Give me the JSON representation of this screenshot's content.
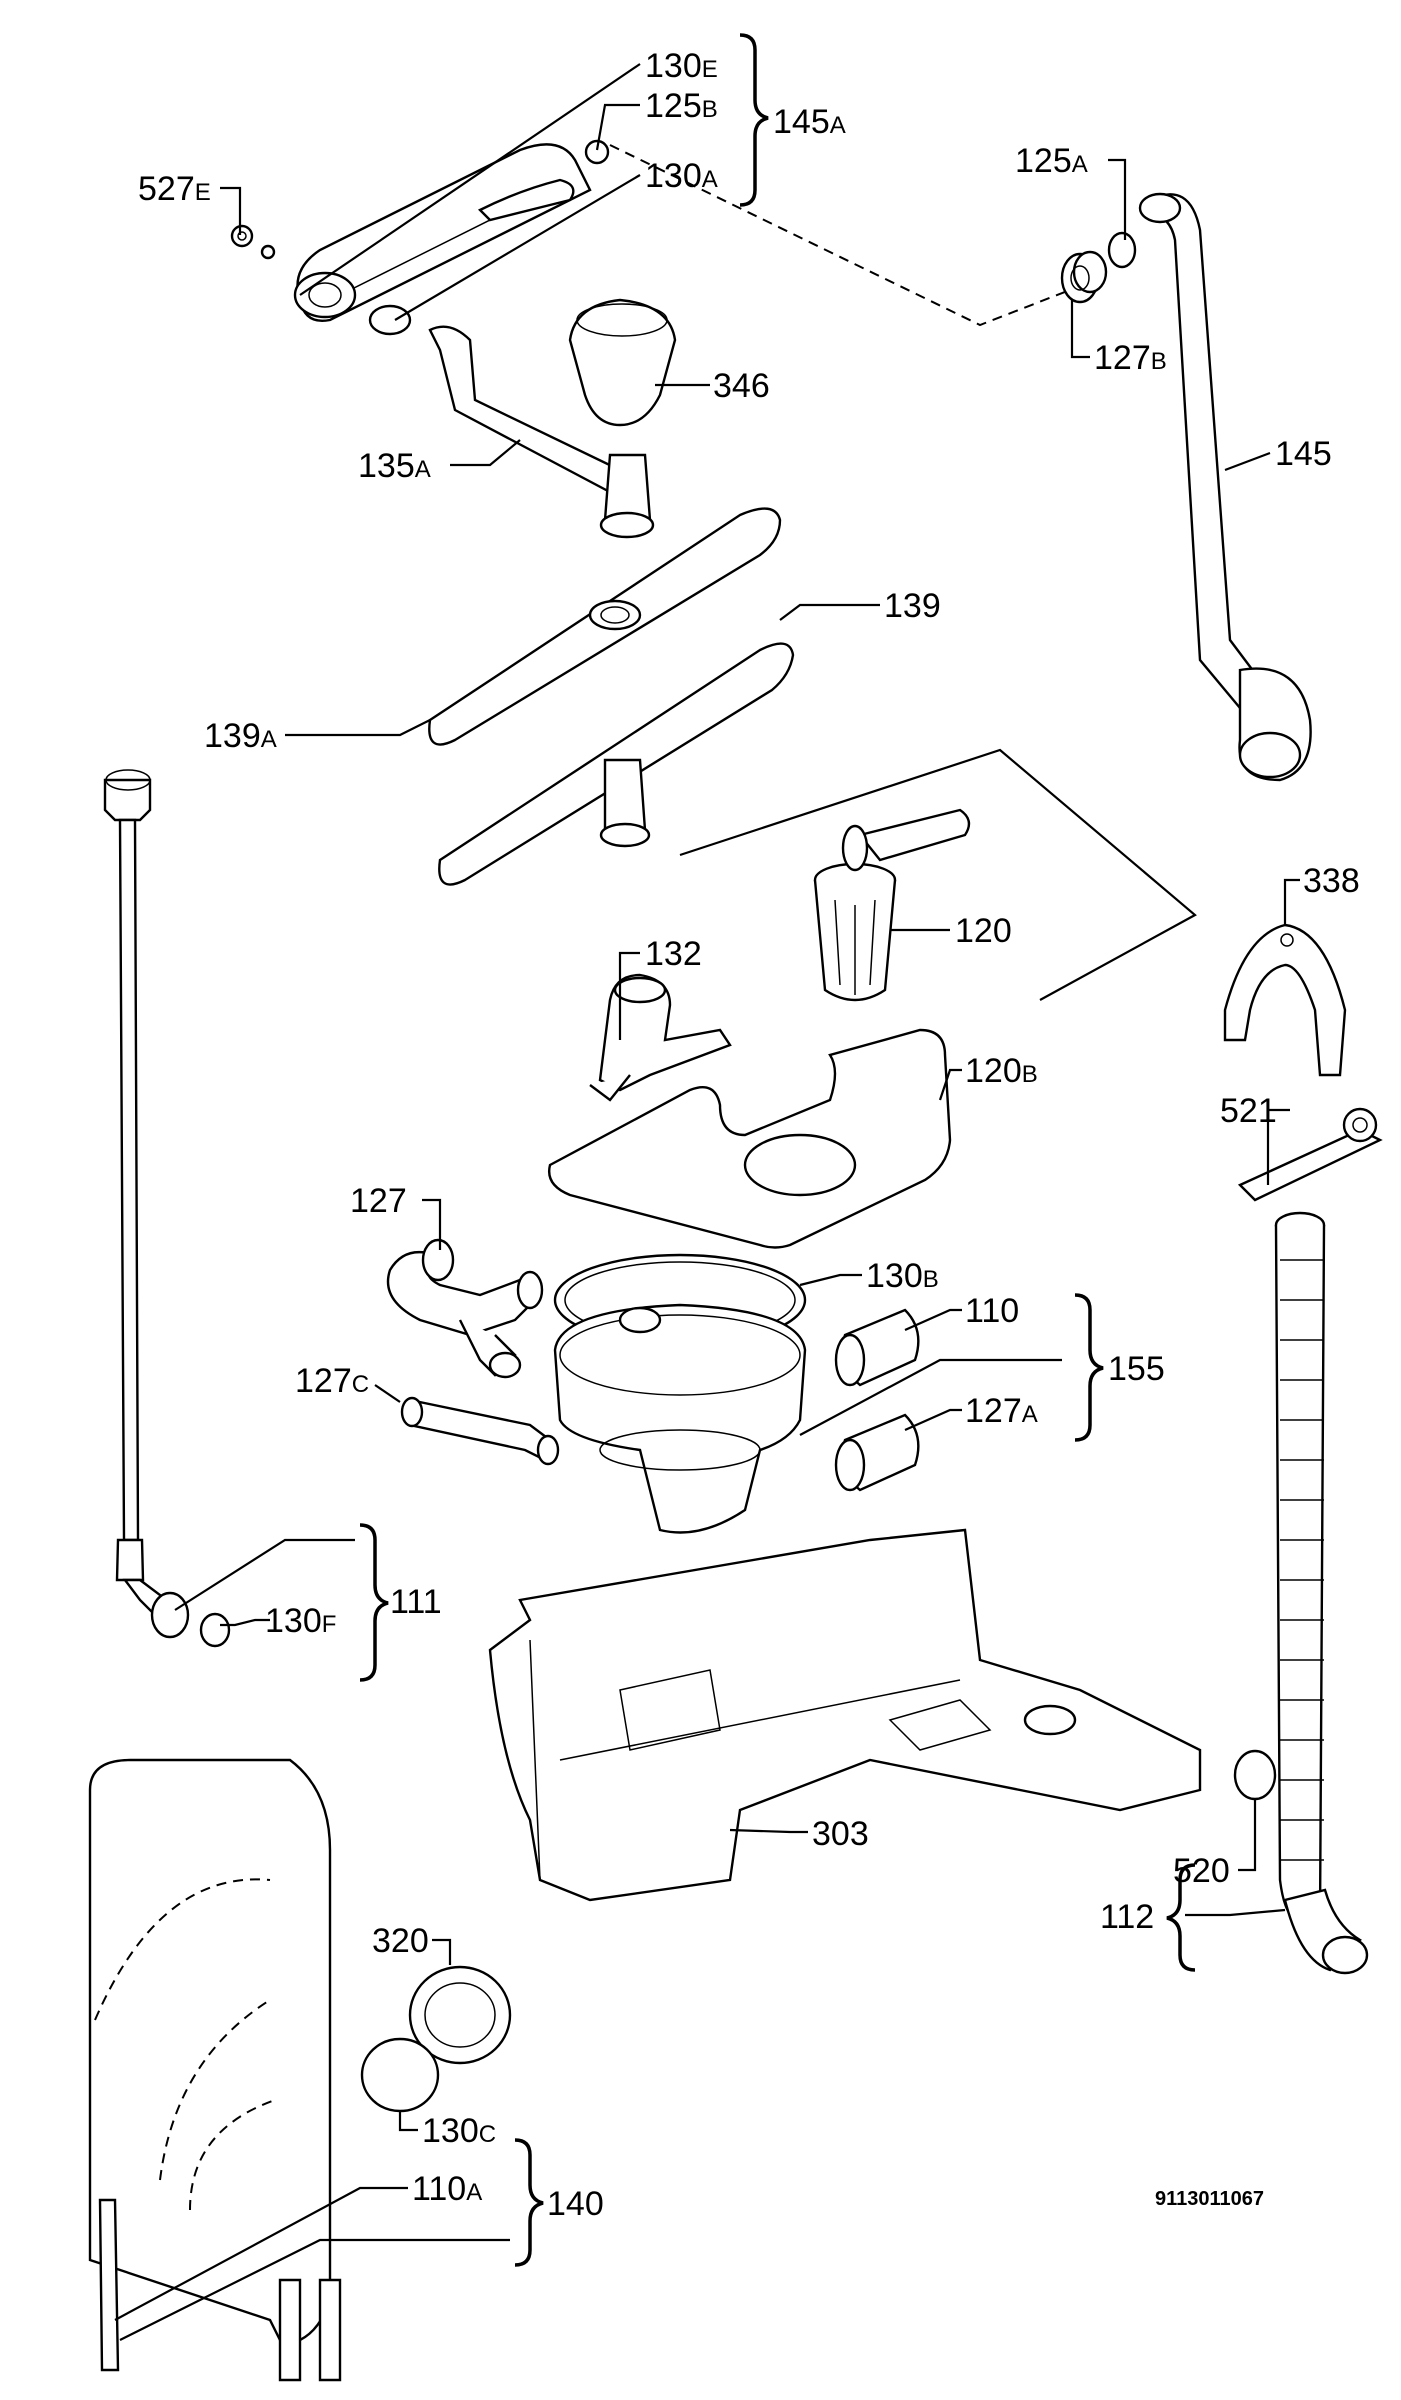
{
  "labels": {
    "l130E": {
      "num": "130",
      "sub": "E"
    },
    "l125B": {
      "num": "125",
      "sub": "B"
    },
    "l145A": {
      "num": "145",
      "sub": "A"
    },
    "l130A": {
      "num": "130",
      "sub": "A"
    },
    "l527E": {
      "num": "527",
      "sub": "E"
    },
    "l125A": {
      "num": "125",
      "sub": "A"
    },
    "l127B": {
      "num": "127",
      "sub": "B"
    },
    "l346": {
      "num": "346",
      "sub": ""
    },
    "l135A": {
      "num": "135",
      "sub": "A"
    },
    "l145": {
      "num": "145",
      "sub": ""
    },
    "l139": {
      "num": "139",
      "sub": ""
    },
    "l139A": {
      "num": "139",
      "sub": "A"
    },
    "l120": {
      "num": "120",
      "sub": ""
    },
    "l338": {
      "num": "338",
      "sub": ""
    },
    "l132": {
      "num": "132",
      "sub": ""
    },
    "l120B": {
      "num": "120",
      "sub": "B"
    },
    "l521": {
      "num": "521",
      "sub": ""
    },
    "l127": {
      "num": "127",
      "sub": ""
    },
    "l130B": {
      "num": "130",
      "sub": "B"
    },
    "l110": {
      "num": "110",
      "sub": ""
    },
    "l155": {
      "num": "155",
      "sub": ""
    },
    "l127C": {
      "num": "127",
      "sub": "C"
    },
    "l127A": {
      "num": "127",
      "sub": "A"
    },
    "l111": {
      "num": "111",
      "sub": ""
    },
    "l130F": {
      "num": "130",
      "sub": "F"
    },
    "l303": {
      "num": "303",
      "sub": ""
    },
    "l112": {
      "num": "112",
      "sub": ""
    },
    "l520": {
      "num": "520",
      "sub": ""
    },
    "l320": {
      "num": "320",
      "sub": ""
    },
    "l130C": {
      "num": "130",
      "sub": "C"
    },
    "l110A": {
      "num": "110",
      "sub": "A"
    },
    "l140": {
      "num": "140",
      "sub": ""
    }
  },
  "diagram_code": "9113011067"
}
